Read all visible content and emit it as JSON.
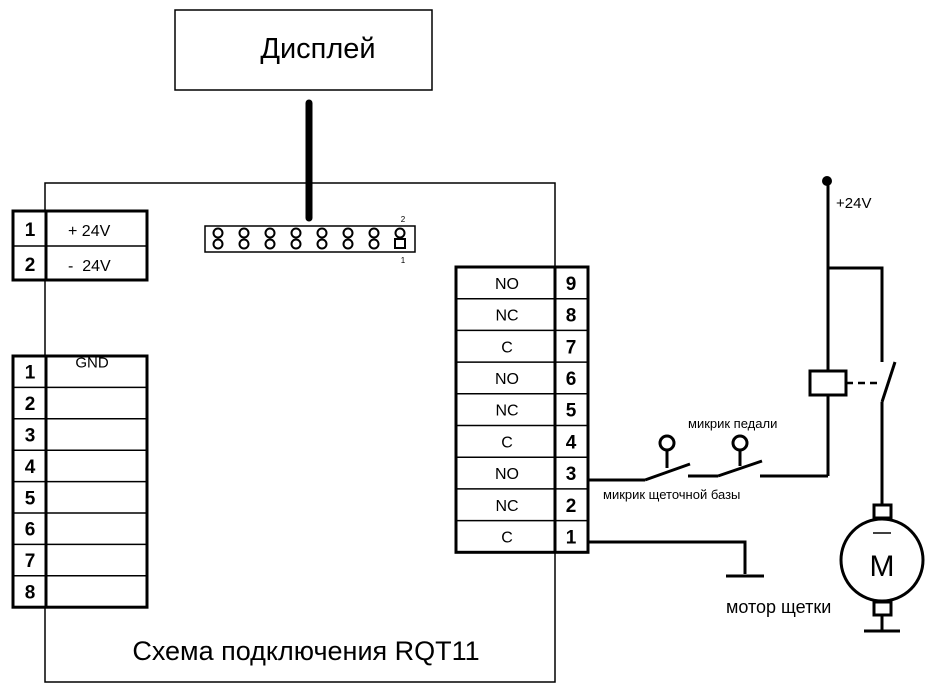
{
  "display": {
    "label": "Дисплей"
  },
  "board": {
    "title": "Схема подключения RQT11"
  },
  "connector": {
    "pin_top": "2",
    "pin_bottom": "1",
    "contacts": 8
  },
  "power_block": {
    "rows": [
      {
        "num": "1",
        "label": "+ 24V"
      },
      {
        "num": "2",
        "label": "-  24V"
      }
    ]
  },
  "input_block": {
    "rows": [
      {
        "num": "1",
        "label": "GND"
      },
      {
        "num": "2",
        "label": ""
      },
      {
        "num": "3",
        "label": ""
      },
      {
        "num": "4",
        "label": ""
      },
      {
        "num": "5",
        "label": ""
      },
      {
        "num": "6",
        "label": ""
      },
      {
        "num": "7",
        "label": ""
      },
      {
        "num": "8",
        "label": ""
      }
    ]
  },
  "relay_block": {
    "rows": [
      {
        "label": "NO",
        "num": "9"
      },
      {
        "label": "NC",
        "num": "8"
      },
      {
        "label": "C",
        "num": "7"
      },
      {
        "label": "NO",
        "num": "6"
      },
      {
        "label": "NC",
        "num": "5"
      },
      {
        "label": "C",
        "num": "4"
      },
      {
        "label": "NO",
        "num": "3"
      },
      {
        "label": "NC",
        "num": "2"
      },
      {
        "label": "C",
        "num": "1"
      }
    ]
  },
  "external": {
    "supply_label": "+24V",
    "pedal_switch_label": "микрик педали",
    "base_switch_label": "микрик щеточной базы",
    "motor_symbol": "M",
    "motor_label": "мотор щетки"
  }
}
